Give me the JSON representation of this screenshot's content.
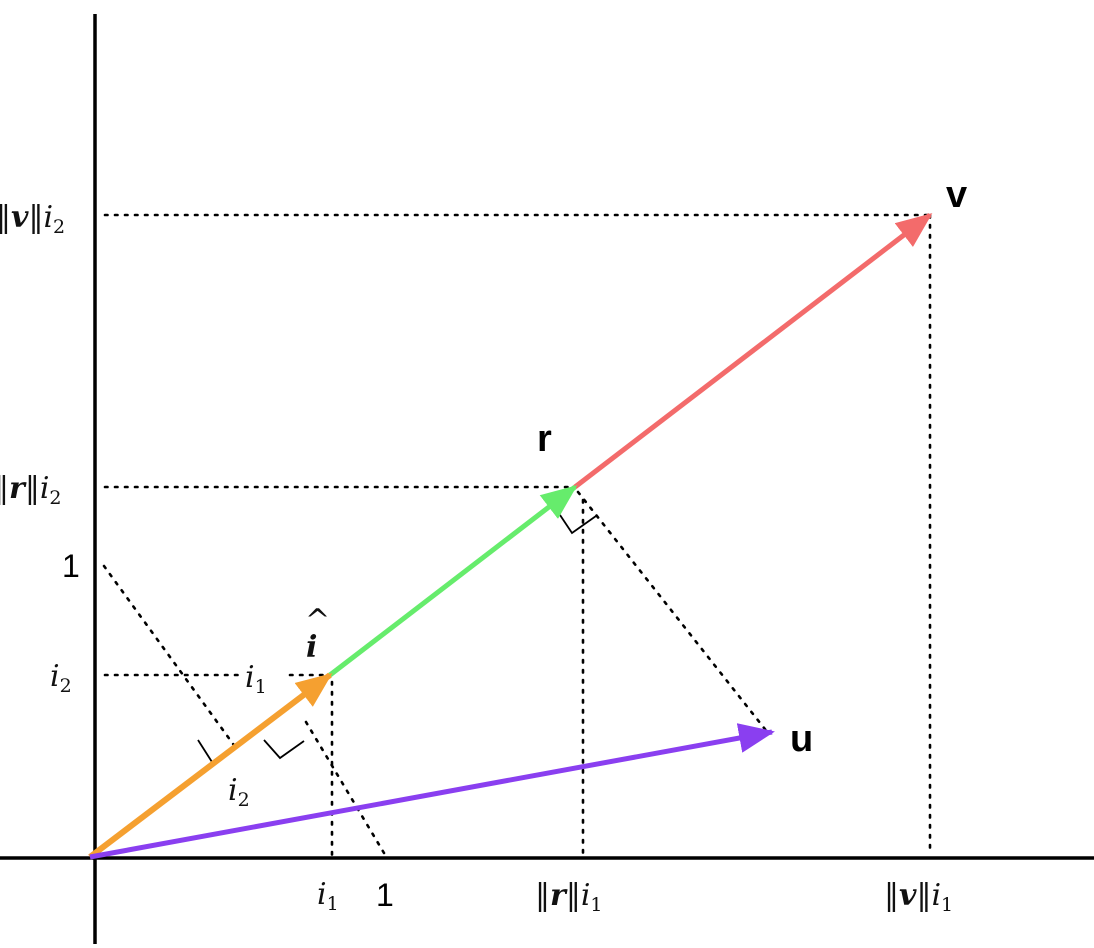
{
  "colors": {
    "v": "#f36b6b",
    "r": "#66ec6c",
    "i_hat": "#f5a030",
    "u": "#8a3ff0",
    "axis": "#000000",
    "guide": "#000000"
  },
  "vector_labels": {
    "v": "v",
    "r": "r",
    "u": "u",
    "i_hat_base": "i",
    "i_hat_accent": "^"
  },
  "x_axis_labels": {
    "i1": {
      "var": "i",
      "sub": "1"
    },
    "one": "1",
    "r_i1": {
      "bars_open": "‖",
      "vec": "r",
      "bars_close": "‖",
      "var": "i",
      "sub": "1"
    },
    "v_i1": {
      "bars_open": "‖",
      "vec": "v",
      "bars_close": "‖",
      "var": "i",
      "sub": "1"
    }
  },
  "y_axis_labels": {
    "v_i2": {
      "bars_open": "‖",
      "vec": "v",
      "bars_close": "‖",
      "var": "i",
      "sub": "2"
    },
    "r_i2": {
      "bars_open": "‖",
      "vec": "r",
      "bars_close": "‖",
      "var": "i",
      "sub": "2"
    },
    "one": "1",
    "i2": {
      "var": "i",
      "sub": "2"
    }
  },
  "inline_labels": {
    "i1_on_guide": {
      "var": "i",
      "sub": "1"
    },
    "i2_below_arrow": {
      "var": "i",
      "sub": "2"
    }
  },
  "arrowhead_icons": [
    "arrowhead-icon"
  ]
}
